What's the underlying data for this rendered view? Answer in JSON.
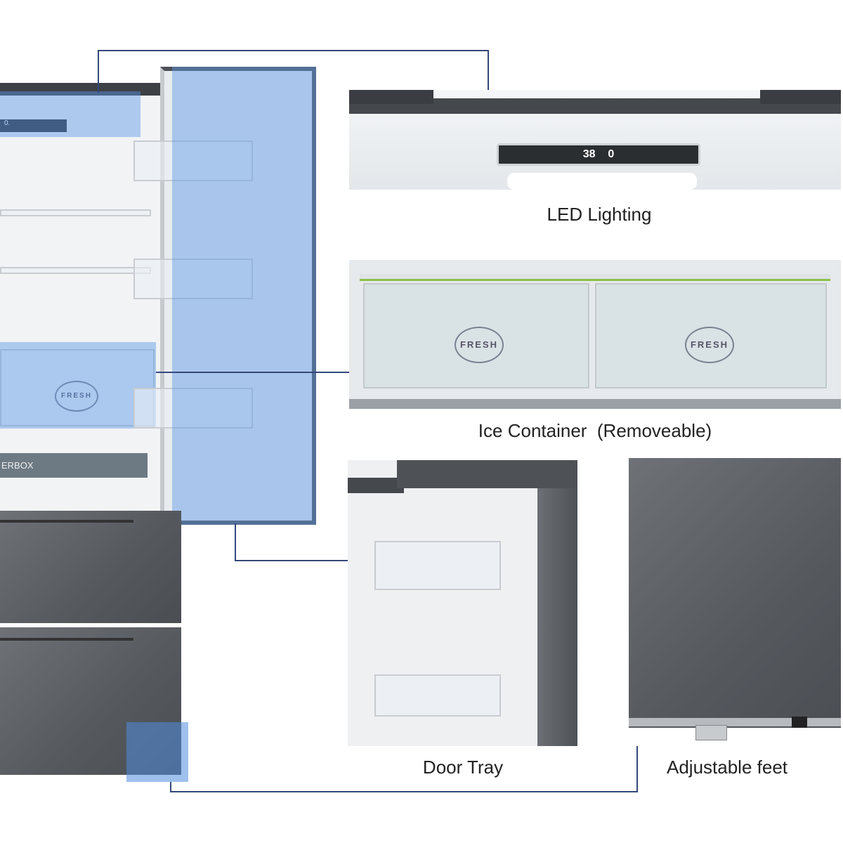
{
  "callouts": {
    "led_lighting": "LED Lighting",
    "ice_container": "Ice Container  (Removeable)",
    "door_tray": "Door Tray",
    "adjustable_feet": "Adjustable feet"
  },
  "fridge_markings": {
    "crisper_logo": "FRESH",
    "drawer_label": "ERBOX",
    "display_fridge_temp": "38",
    "display_freezer_temp": "0"
  },
  "colors": {
    "connector_line": "#34487a",
    "highlight": "#5a96e6",
    "steel": "#5a5e63"
  }
}
